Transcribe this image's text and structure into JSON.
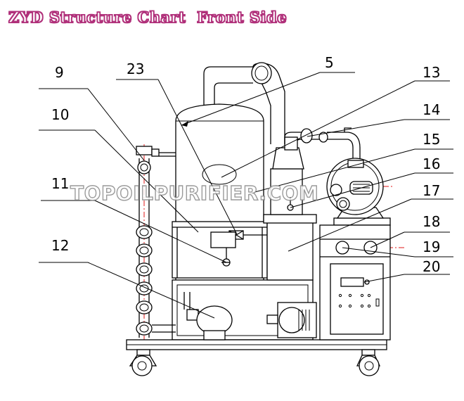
{
  "title": "ZYD Structure Chart  Front Side",
  "watermark": "TOPOILPURIFIER.COM",
  "callouts": {
    "c5": "5",
    "c9": "9",
    "c10": "10",
    "c11": "11",
    "c12": "12",
    "c13": "13",
    "c14": "14",
    "c15": "15",
    "c16": "16",
    "c17": "17",
    "c18": "18",
    "c19": "19",
    "c20": "20",
    "c23": "23"
  },
  "colors": {
    "title": "#b0307a",
    "centerline": "#e01818",
    "lines": "#000000"
  }
}
